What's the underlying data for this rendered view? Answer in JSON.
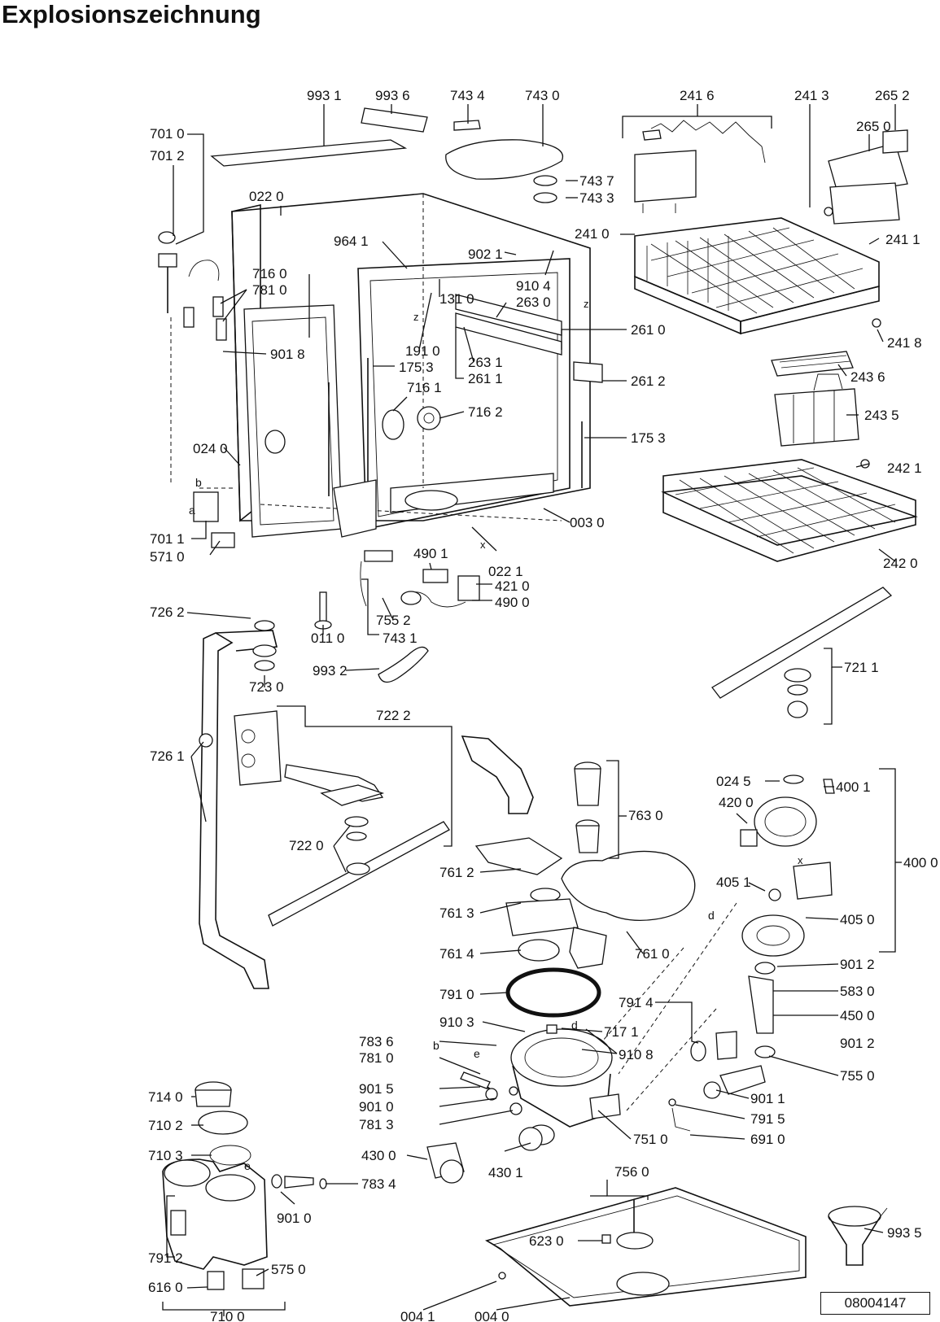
{
  "title": "Explosionszeichnung",
  "document_number": "08004147",
  "part_labels": [
    "993 1",
    "993 6",
    "743 4",
    "743 0",
    "241 6",
    "241 3",
    "265 2",
    "265 0",
    "701 0",
    "701 2",
    "743 7",
    "743 3",
    "022 0",
    "241 0",
    "241 1",
    "964 1",
    "902 1",
    "716 0",
    "910 4",
    "781 0",
    "131 0",
    "263 0",
    "241 8",
    "901 8",
    "191 0",
    "261 0",
    "175 3",
    "263 1",
    "261 1",
    "243 6",
    "716 1",
    "261 2",
    "716 2",
    "243 5",
    "175 3",
    "024 0",
    "242 1",
    "003 0",
    "701 1",
    "571 0",
    "490 1",
    "022 1",
    "421 0",
    "490 0",
    "242 0",
    "755 2",
    "743 1",
    "726 2",
    "011 0",
    "993 2",
    "723 0",
    "721 1",
    "722 2",
    "726 1",
    "763 0",
    "024 5",
    "400 1",
    "420 0",
    "722 0",
    "761 2",
    "400 0",
    "405 1",
    "761 3",
    "405 0",
    "761 4",
    "761 0",
    "901 2",
    "791 0",
    "583 0",
    "791 4",
    "910 3",
    "450 0",
    "717 1",
    "783 6",
    "910 8",
    "901 2",
    "781 0",
    "755 0",
    "901 5",
    "901 0",
    "901 1",
    "781 3",
    "714 0",
    "791 5",
    "710 2",
    "751 0",
    "691 0",
    "710 3",
    "430 0",
    "430 1",
    "783 4",
    "756 0",
    "993 5",
    "901 0",
    "623 0",
    "791 2",
    "575 0",
    "616 0",
    "710 0",
    "004 1",
    "004 0"
  ],
  "letter_marks": [
    "b",
    "a",
    "z",
    "z",
    "x",
    "d",
    "e",
    "b",
    "e",
    "d",
    "x",
    "e"
  ],
  "icons": {
    "dishwasher_tub": "tub-frame-icon",
    "upper_basket": "upper-basket-icon",
    "lower_basket": "lower-basket-icon",
    "cutlery_basket": "cutlery-basket-icon",
    "spray_arm": "spray-arm-icon",
    "pump_motor": "pump-motor-icon",
    "salt_container": "salt-container-icon",
    "base_plate": "base-plate-icon"
  }
}
